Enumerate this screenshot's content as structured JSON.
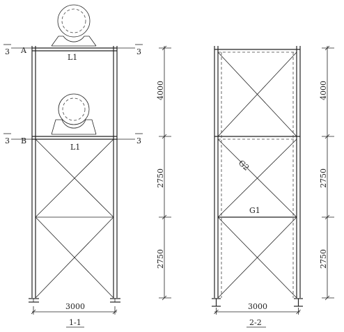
{
  "sections": [
    {
      "name": "1-1",
      "levels": {
        "top": "A",
        "mid": "B"
      },
      "beam_labels": [
        "L1",
        "L1"
      ],
      "section_markers": [
        "3",
        "3",
        "3",
        "3"
      ],
      "width_dim": "3000"
    },
    {
      "name": "2-2",
      "member_labels": {
        "brace": "G2",
        "beam": "G1"
      },
      "width_dim": "3000"
    }
  ],
  "height_dims": [
    "4000",
    "2750",
    "2750"
  ]
}
